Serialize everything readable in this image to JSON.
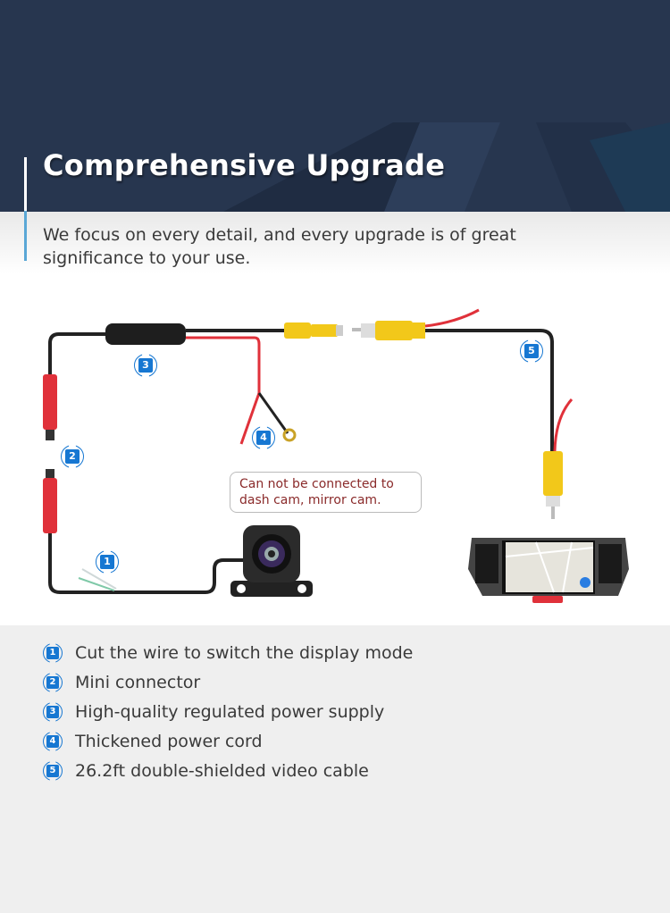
{
  "header": {
    "title": "Comprehensive Upgrade",
    "subtitle": "We focus on every detail, and every upgrade is of great significance to your use."
  },
  "diagram": {
    "callout": "Can not be connected to dash cam, mirror cam.",
    "badges": [
      "1",
      "2",
      "3",
      "4",
      "5"
    ]
  },
  "features": [
    {
      "num": "1",
      "label": "Cut the wire to switch the display mode"
    },
    {
      "num": "2",
      "label": "Mini connector"
    },
    {
      "num": "3",
      "label": "High-quality regulated power supply"
    },
    {
      "num": "4",
      "label": "Thickened power cord"
    },
    {
      "num": "5",
      "label": "26.2ft double-shielded video cable"
    }
  ],
  "colors": {
    "navy": "#27364f",
    "accent_blue": "#5aa7d6",
    "badge_blue": "#1677d2",
    "callout_text": "#8a2a2a",
    "rca_yellow": "#f2c81a",
    "wire_red": "#e0313a"
  }
}
